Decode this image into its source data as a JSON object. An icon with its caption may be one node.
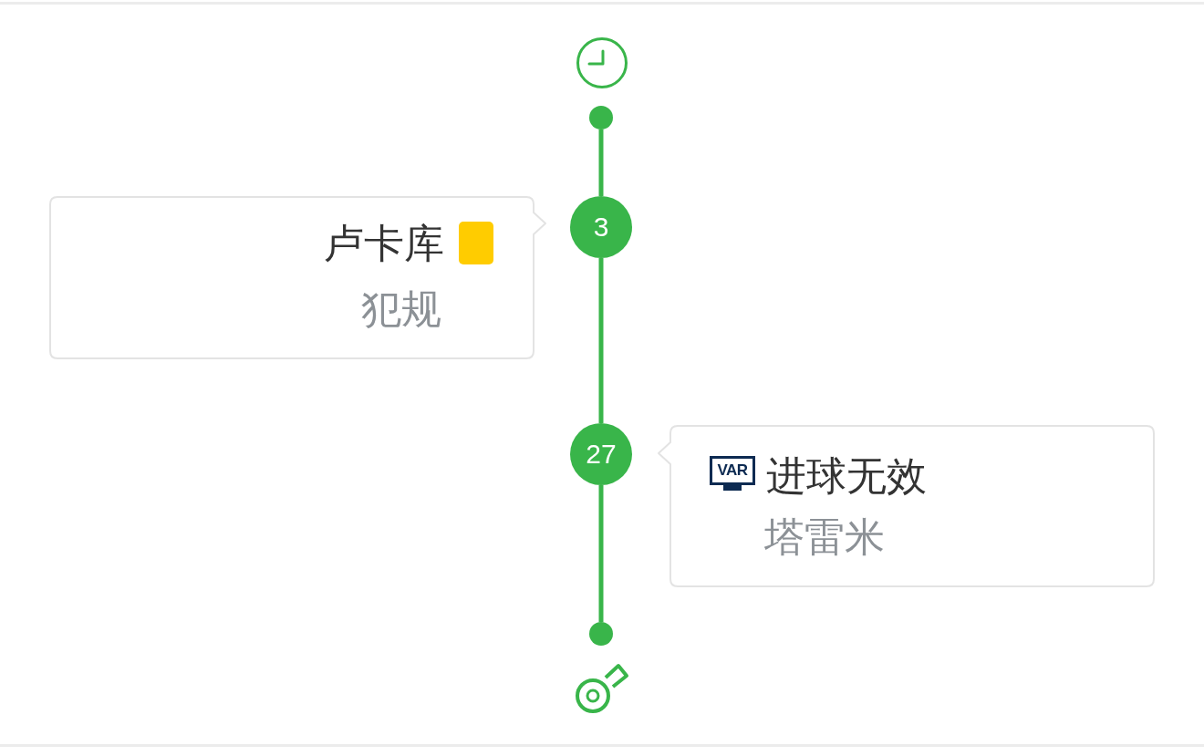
{
  "diagram": {
    "nodes": [
      {
        "text": [],
        "shape": "circle"
      },
      {
        "text": [
          "3"
        ]
      },
      {
        "text": [
          "卢卡库",
          "犯规"
        ]
      },
      {
        "text": [
          "27"
        ]
      },
      {
        "text": [
          "VAR",
          "进球无效",
          "塔雷米"
        ]
      },
      {
        "text": [],
        "shape": "circle"
      }
    ],
    "edges": [
      {
        "from": 0,
        "to": 1,
        "arrow": "none"
      },
      {
        "from": 1,
        "to": 3,
        "arrow": "none"
      },
      {
        "from": 3,
        "to": 5,
        "arrow": "none"
      }
    ]
  }
}
